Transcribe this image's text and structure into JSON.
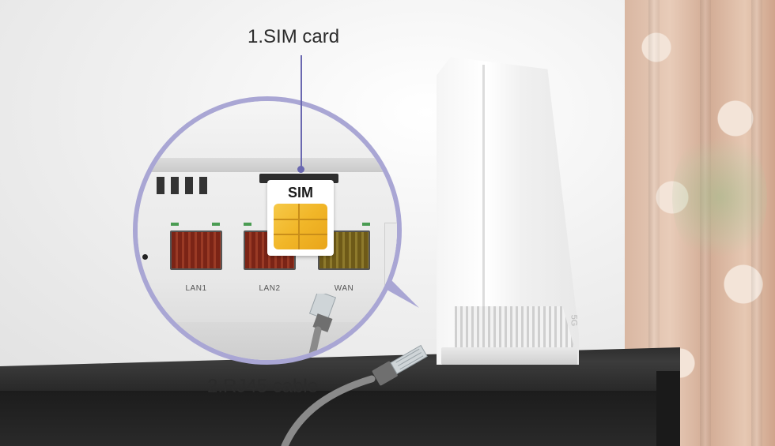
{
  "callouts": {
    "sim_card": "1.SIM card",
    "rj45_cable": "2.RJ45 cable"
  },
  "sim_card": {
    "label": "SIM"
  },
  "ports": [
    {
      "label": "LAN1"
    },
    {
      "label": "LAN2"
    },
    {
      "label": "WAN"
    }
  ],
  "router": {
    "logo": "5G"
  },
  "colors": {
    "callout_accent": "#6a68b0",
    "zoom_ring": "#a9a6d4",
    "sim_chip": "#f1b628",
    "lan_port": "#7b2416",
    "wan_port": "#6e5a18"
  }
}
